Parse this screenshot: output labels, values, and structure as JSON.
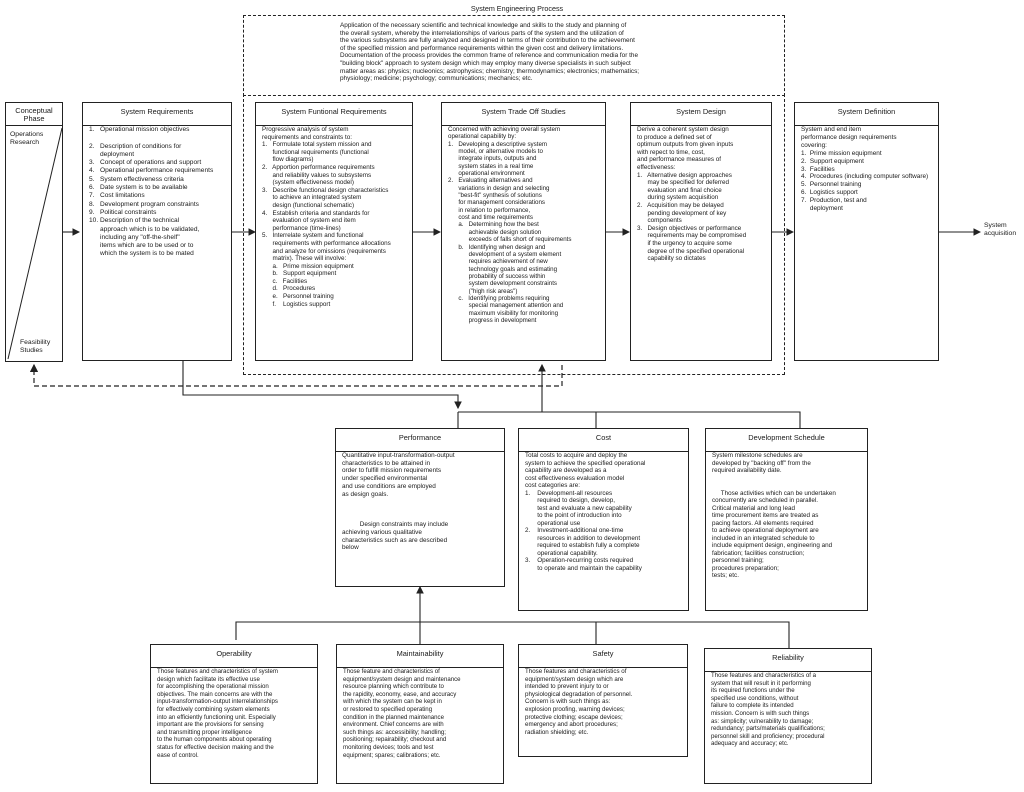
{
  "engineering_process": {
    "title": "System Engineering Process",
    "text": "Application of the necessary scientific and technical knowledge and skills to the study and planning of\nthe overall system, whereby the interrelationships of various parts of the system and the utilization of\nthe various subsystems are fully analyzed and designed in terms of their contribution to the achievement\nof the specified mission and performance requirements within the given cost and delivery limitations.\nDocumentation of the process provides the common frame of reference and communication media for the\n\"building block\" approach to system design which may employ many diverse specialists in such subject\nmatter areas as: physics; nucleonics; astrophysics; chemistry; thermodynamics; electronics; mathematics;\nphysiology; medicine; psychology; communications; mechanics; etc."
  },
  "conceptual_phase": {
    "title": "Conceptual\nPhase",
    "top_label": "Operations\nResearch",
    "bottom_label": "Feasibility\nStudies"
  },
  "system_requirements": {
    "title": "System Requirements",
    "text": "1.   Operational mission objectives\n\n2.   Description of conditions for\n      deployment\n3.   Concept of operations and support\n4.   Operational performance requirements\n5.   System effectiveness criteria\n6.   Date system is to be available\n7.   Cost limitations\n8.   Development program constraints\n9.   Political constraints\n10. Description of the technical\n      approach which is to be validated,\n      including any \"off-the-shelf\"\n      items which are to be used or to\n      which the system is to be mated"
  },
  "functional_requirements": {
    "title": "System Funtional Requirements",
    "text": "Progressive analysis of system\nrequirements and constraints to:\n1.   Formulate total system mission and\n      functional requirements (functional\n      flow diagrams)\n2.   Apportion performance requirements\n      and reliability values to subsystems\n      (system effectiveness model)\n3.   Describe functional design characteristics\n      to achieve an integrated system\n      design (functional schematic)\n4.   Establish criteria and standards for\n      evaluation of system end item\n      performance (time-lines)\n5.   Interrelate system and functional\n      requirements with performance allocations\n      and analyze for omissions (requirements\n      matrix). These will involve:\n      a.   Prime mission equipment\n      b.   Support equipment\n      c.   Facilities\n      d.   Procedures\n      e.   Personnel training\n      f.    Logistics support"
  },
  "trade_off": {
    "title": "System Trade Off Studies",
    "text": "Concerned with achieving overall system\noperational capability by:\n1.   Developing a descriptive system\n      model, or alternative models to\n      integrate inputs, outputs and\n      system states in a real time\n      operational environment\n2.   Evaluating alternatives and\n      variations in design and selecting\n      \"best-fit\" synthesis of solutions\n      for management considerations\n      in relation to performance,\n      cost and time requirements\n      a.   Determining how the best\n            achievable design solution\n            exceeds of falls short of requirements\n      b.   Identifying when design and\n            development of a system element\n            requires achievement of new\n            technology goals and estimating\n            probability of success within\n            system development constraints\n            (\"high risk areas\")\n      c.   Identifying problems requiring\n            special management attention and\n            maximum visibility for monitoring\n            progress in development"
  },
  "system_design": {
    "title": "System Design",
    "text": "Derive a coherent system design\nto produce a defined set of\noptimum outputs from given inputs\nwith repect to time, cost,\nand performance measures of\neffectiveness:\n1.   Alternative design approaches\n      may be specified for deferred\n      evaluation and final choice\n      during system acquisition\n2.   Acquisition may be delayed\n      pending development of key\n      components\n3.   Design objectives or performance\n      requirements may be compromised\n      if the urgency to acquire some\n      degree of the specified operational\n      capability so dictates"
  },
  "system_definition": {
    "title": "System Definition",
    "text": "System and end item\nperformance design requirements\ncovering:\n1.  Prime mission equipment\n2.  Support equipment\n3.  Facilities\n4.  Procedures (including computer software)\n5.  Personnel training\n6.  Logistics support\n7.  Production, test and\n     deployment"
  },
  "system_acquisition": "System\nacquisition",
  "performance": {
    "title": "Performance",
    "text": "Quantitative input-transformation-output\ncharacteristics to be attained in\norder to fulfill mission requirements\nunder specified environmental\nand use conditions are employed\nas design goals.\n\n\n\n          Design constraints may include\nachieving various qualitative\ncharacteristics such as are described\nbelow"
  },
  "cost": {
    "title": "Cost",
    "text": "Total costs to acquire and deploy the\nsystem to achieve the specified operational\ncapability are developed as a\ncost effectiveness evaluation model\ncost categories are:\n1.    Development-all resources\n       required to design, develop,\n       test and evaluate a new capability\n       to the point of introduction into\n       operational use\n2.    Investment-additional one-time\n       resources in addition to development\n       required to establish fully a complete\n       operational capability.\n3.    Operation-recurring costs required\n       to operate and maintain the capability"
  },
  "development_schedule": {
    "title": "Development Schedule",
    "text": "System milestone schedules are\ndeveloped by \"backing off\" from the\nrequired availability date.\n\n\n     Those activities which can be undertaken\nconcurrently are scheduled in parallel.\nCritical material and long lead\ntime procurement items are treated as\npacing factors. All elements required\nto achieve operational deployment are\nincluded in an integrated schedule to\ninclude equipment design, engineering and\nfabrication; facilities construction;\npersonnel training;\nprocedures preparation;\ntests; etc."
  },
  "operability": {
    "title": "Operability",
    "text": "Those features and characteristics of system\ndesign which facilitate its effective use\nfor accomplishing the operational mission\nobjectives. The main concerns are with the\ninput-transformation-output interrelationships\nfor effectively combining system elements\ninto an efficiently functioning unit. Especially\nimportant are the provisions for sensing\nand transmitting proper intelligence\nto the human components about operating\nstatus for effective decision making and the\nease of control."
  },
  "maintainability": {
    "title": "Maintainability",
    "text": "Those feature and characteristics of\nequipment/system design and maintenance\nresource planning which contribute to\nthe rapidity, economy, ease, and accuracy\nwith which the system can be kept in\nor restored to specified operating\ncondition in the planned maintenance\nenvironment. Chief concerns are with\nsuch things as: accessibility; handling;\npositioning; repairability; checkout and\nmonitoring devices; tools and test\nequipment; spares; calibrations; etc."
  },
  "safety": {
    "title": "Safety",
    "text": "Those features and characteristics of\nequipment/system design which are\nintended to prevent injury to or\nphysiological degradation of personnel.\nConcern is with such things as:\nexplosion proofing, warning devices;\nprotective clothing; escape devices;\nemergency and abort procedures;\nradiation shielding; etc."
  },
  "reliability": {
    "title": "Reliability",
    "text": "Those features and characteristics of a\nsystem that will result in it performing\nits required functions under the\nspecified use conditions, without\nfailure to complete its intended\nmission. Concern is with such things\nas: simplicity; vulnerability to damage;\nredundancy; parts/materials qualifications;\npersonnel skill and proficiency; procedural\nadequacy and accuracy; etc."
  }
}
